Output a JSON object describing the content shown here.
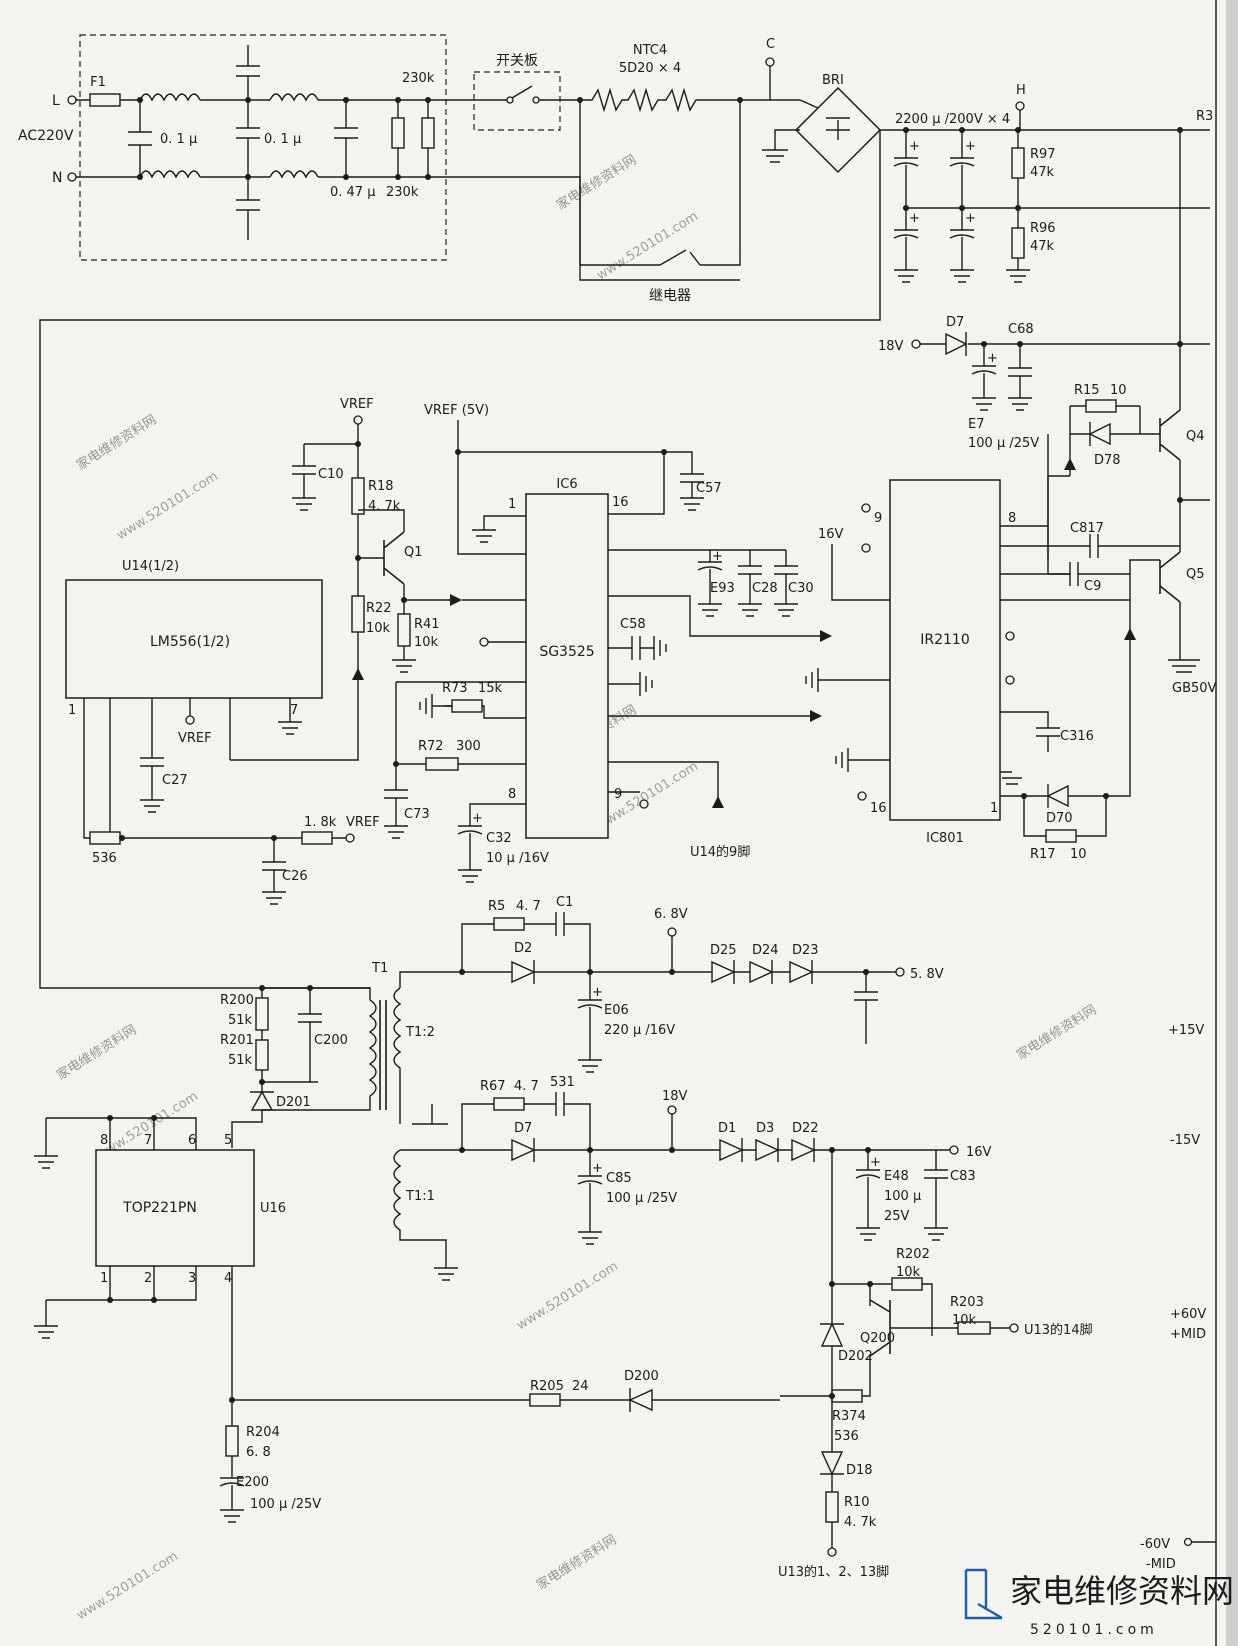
{
  "ac_input": {
    "line": "L",
    "neutral": "N",
    "voltage": "AC220V",
    "fuse": "F1"
  },
  "emi_filter": {
    "cap_1": "0. 1 μ",
    "cap_2": "0. 1 μ",
    "cap_3": "0. 47 μ",
    "res_top": "230k",
    "res_bottom": "230k"
  },
  "switch_board": "开关板",
  "ntc": {
    "name": "NTC4",
    "spec": "5D20 × 4"
  },
  "relay": "继电器",
  "node_c": "C",
  "bridge": "BRI",
  "node_h": "H",
  "bulk_caps": "2200 μ /200V × 4",
  "r97": {
    "name": "R97",
    "value": "47k"
  },
  "r96": {
    "name": "R96",
    "value": "47k"
  },
  "aux_18v": "18V",
  "d7_top": "D7",
  "c68": "C68",
  "e7": {
    "name": "E7",
    "value": "100 μ /25V"
  },
  "r15": {
    "name": "R15",
    "value": "10"
  },
  "d78": "D78",
  "q4": "Q4",
  "q5": "Q5",
  "gb": "GB50V",
  "c817": "C817",
  "c9": "C9",
  "c316": "C316",
  "d70": "D70",
  "r17": {
    "name": "R17",
    "value": "10"
  },
  "ic801": {
    "part": "IR2110",
    "ref": "IC801",
    "pin8": "8",
    "pin9": "9",
    "pin1": "1",
    "pin16": "16"
  },
  "supply_16v_top": "16V",
  "vref1": "VREF",
  "vref5": "VREF (5V)",
  "c10": "C10",
  "r18": {
    "name": "R18",
    "value": "4. 7k"
  },
  "q1": "Q1",
  "r22": {
    "name": "R22",
    "value": "10k"
  },
  "r41": {
    "name": "R41",
    "value": "10k"
  },
  "ic6": {
    "ref": "IC6",
    "part": "SG3525",
    "pin1": "1",
    "pin16": "16",
    "pin8": "8",
    "pin9": "9"
  },
  "c57": "C57",
  "e93": "E93",
  "c28": "C28",
  "c30": "C30",
  "c58": "C58",
  "r73": {
    "name": "R73",
    "value": "15k"
  },
  "r72": {
    "name": "R72",
    "value": "300"
  },
  "c73": "C73",
  "c32": {
    "name": "C32",
    "value": "10 μ /16V"
  },
  "u14_pin9": "U14的9脚",
  "u14": {
    "ref": "U14(1/2)",
    "part": "LM556(1/2)",
    "pin1": "1",
    "pin7": "7",
    "vref": "VREF"
  },
  "c27": "C27",
  "r536_top": "536",
  "c26": "C26",
  "r_18k": "1. 8k",
  "vref_r": "VREF",
  "t1": {
    "name": "T1",
    "w2": "T1:2",
    "w1": "T1:1"
  },
  "r200": {
    "name": "R200",
    "value": "51k"
  },
  "r201": {
    "name": "R201",
    "value": "51k"
  },
  "c200": "C200",
  "d201": "D201",
  "u16": {
    "part": "TOP221PN",
    "ref": "U16",
    "pin8": "8",
    "pin7": "7",
    "pin6": "6",
    "pin5": "5",
    "pin1": "1",
    "pin2": "2",
    "pin3": "3",
    "pin4": "4"
  },
  "r5": {
    "name": "R5",
    "value": "4. 7"
  },
  "c1": "C1",
  "rail_68": "6. 8V",
  "d2": "D2",
  "e06": {
    "name": "E06",
    "value": "220 μ /16V"
  },
  "d25": "D25",
  "d24": "D24",
  "d23": "D23",
  "out_58": "5. 8V",
  "r67": {
    "name": "R67",
    "value": "4. 7"
  },
  "c531": "531",
  "rail_18": "18V",
  "d7_low": "D7",
  "c85": {
    "name": "C85",
    "value": "100 μ /25V"
  },
  "d1": "D1",
  "d3": "D3",
  "d22": "D22",
  "out_16": "16V",
  "e48": {
    "name": "E48",
    "value1": "100 μ",
    "value2": "25V"
  },
  "c83": "C83",
  "r202": {
    "name": "R202",
    "value": "10k"
  },
  "r203": {
    "name": "R203",
    "value": "10k"
  },
  "q200": "Q200",
  "d202": "D202",
  "u13_14": "U13的14脚",
  "r205": {
    "name": "R205",
    "value": "24"
  },
  "d200": "D200",
  "r374": {
    "name": "R374",
    "value": "536"
  },
  "d18": "D18",
  "r10": {
    "name": "R10",
    "value": "4. 7k"
  },
  "u13_pins": "U13的1、2、13脚",
  "r204": {
    "name": "R204",
    "value": "6. 8"
  },
  "e200": {
    "name": "E200",
    "value": "100 μ /25V"
  },
  "edge_labels": {
    "r3": "R3",
    "p15": "+15V",
    "m15": "-15V",
    "p60": "+60V",
    "pmid": "+MID",
    "m60": "-60V",
    "mmid": "-MID"
  },
  "watermark_cn": "家电维修资料网",
  "watermark_url": "www.520101.com",
  "brand": {
    "name": "家电维修资料网",
    "url": "520101.com"
  }
}
